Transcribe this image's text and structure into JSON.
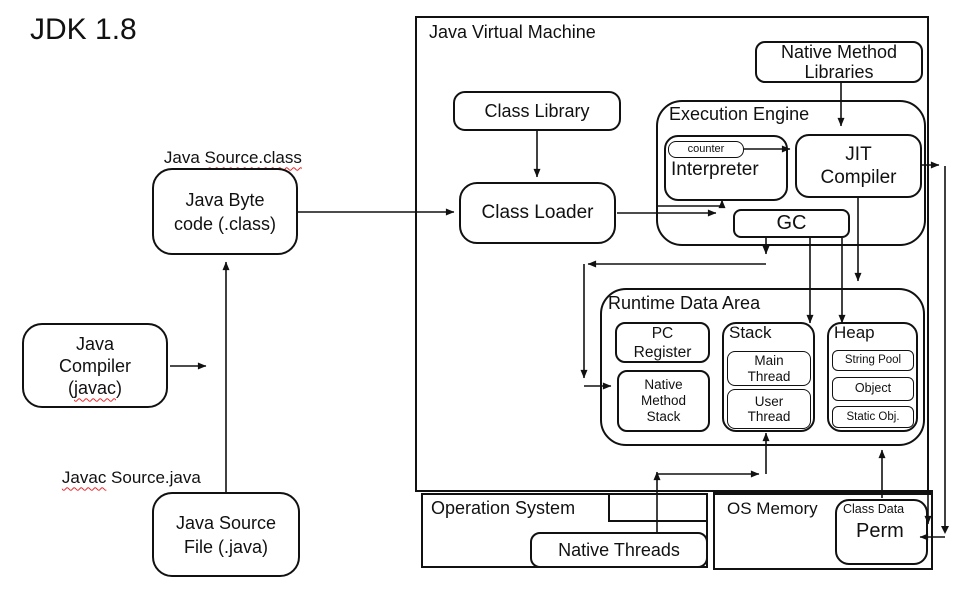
{
  "title": "JDK 1.8",
  "flow": {
    "source_class_label": {
      "prefix": "Java ",
      "flagged": "Source.class"
    },
    "byte_code": {
      "line1": "Java Byte",
      "line2": "code (.class)"
    },
    "compiler": {
      "line1": "Java",
      "line2": "Compiler",
      "open": "(",
      "flagged": "javac",
      "close": ")"
    },
    "javac_label": {
      "flagged": "Javac",
      "suffix": " Source.java"
    },
    "source_file": {
      "line1": "Java Source",
      "line2": "File (.java)"
    }
  },
  "jvm": {
    "title": "Java Virtual Machine",
    "class_library": "Class Library",
    "class_loader": "Class Loader",
    "native_method_libraries": {
      "line1": "Native Method",
      "line2": "Libraries"
    },
    "execution_engine": {
      "title": "Execution Engine",
      "counter": "counter",
      "interpreter": "Interpreter",
      "jit": {
        "line1": "JIT",
        "line2": "Compiler"
      },
      "gc": "GC"
    },
    "runtime_data_area": {
      "title": "Runtime Data Area",
      "pc_register": {
        "line1": "PC",
        "line2": "Register"
      },
      "native_method_stack": {
        "line1": "Native",
        "line2": "Method",
        "line3": "Stack"
      },
      "stack": {
        "title": "Stack",
        "main_thread": {
          "line1": "Main",
          "line2": "Thread"
        },
        "user_thread": {
          "line1": "User",
          "line2": "Thread"
        }
      },
      "heap": {
        "title": "Heap",
        "string_pool": "String Pool",
        "object": "Object",
        "static_obj": "Static Obj."
      }
    }
  },
  "os": {
    "operation_system": "Operation System",
    "native_threads": "Native Threads",
    "os_memory": "OS Memory",
    "perm": {
      "label": "Class Data",
      "name": "Perm"
    }
  },
  "colors": {
    "line": "#111111",
    "spellcheck_underline": "#e8262a",
    "background": "#ffffff"
  }
}
